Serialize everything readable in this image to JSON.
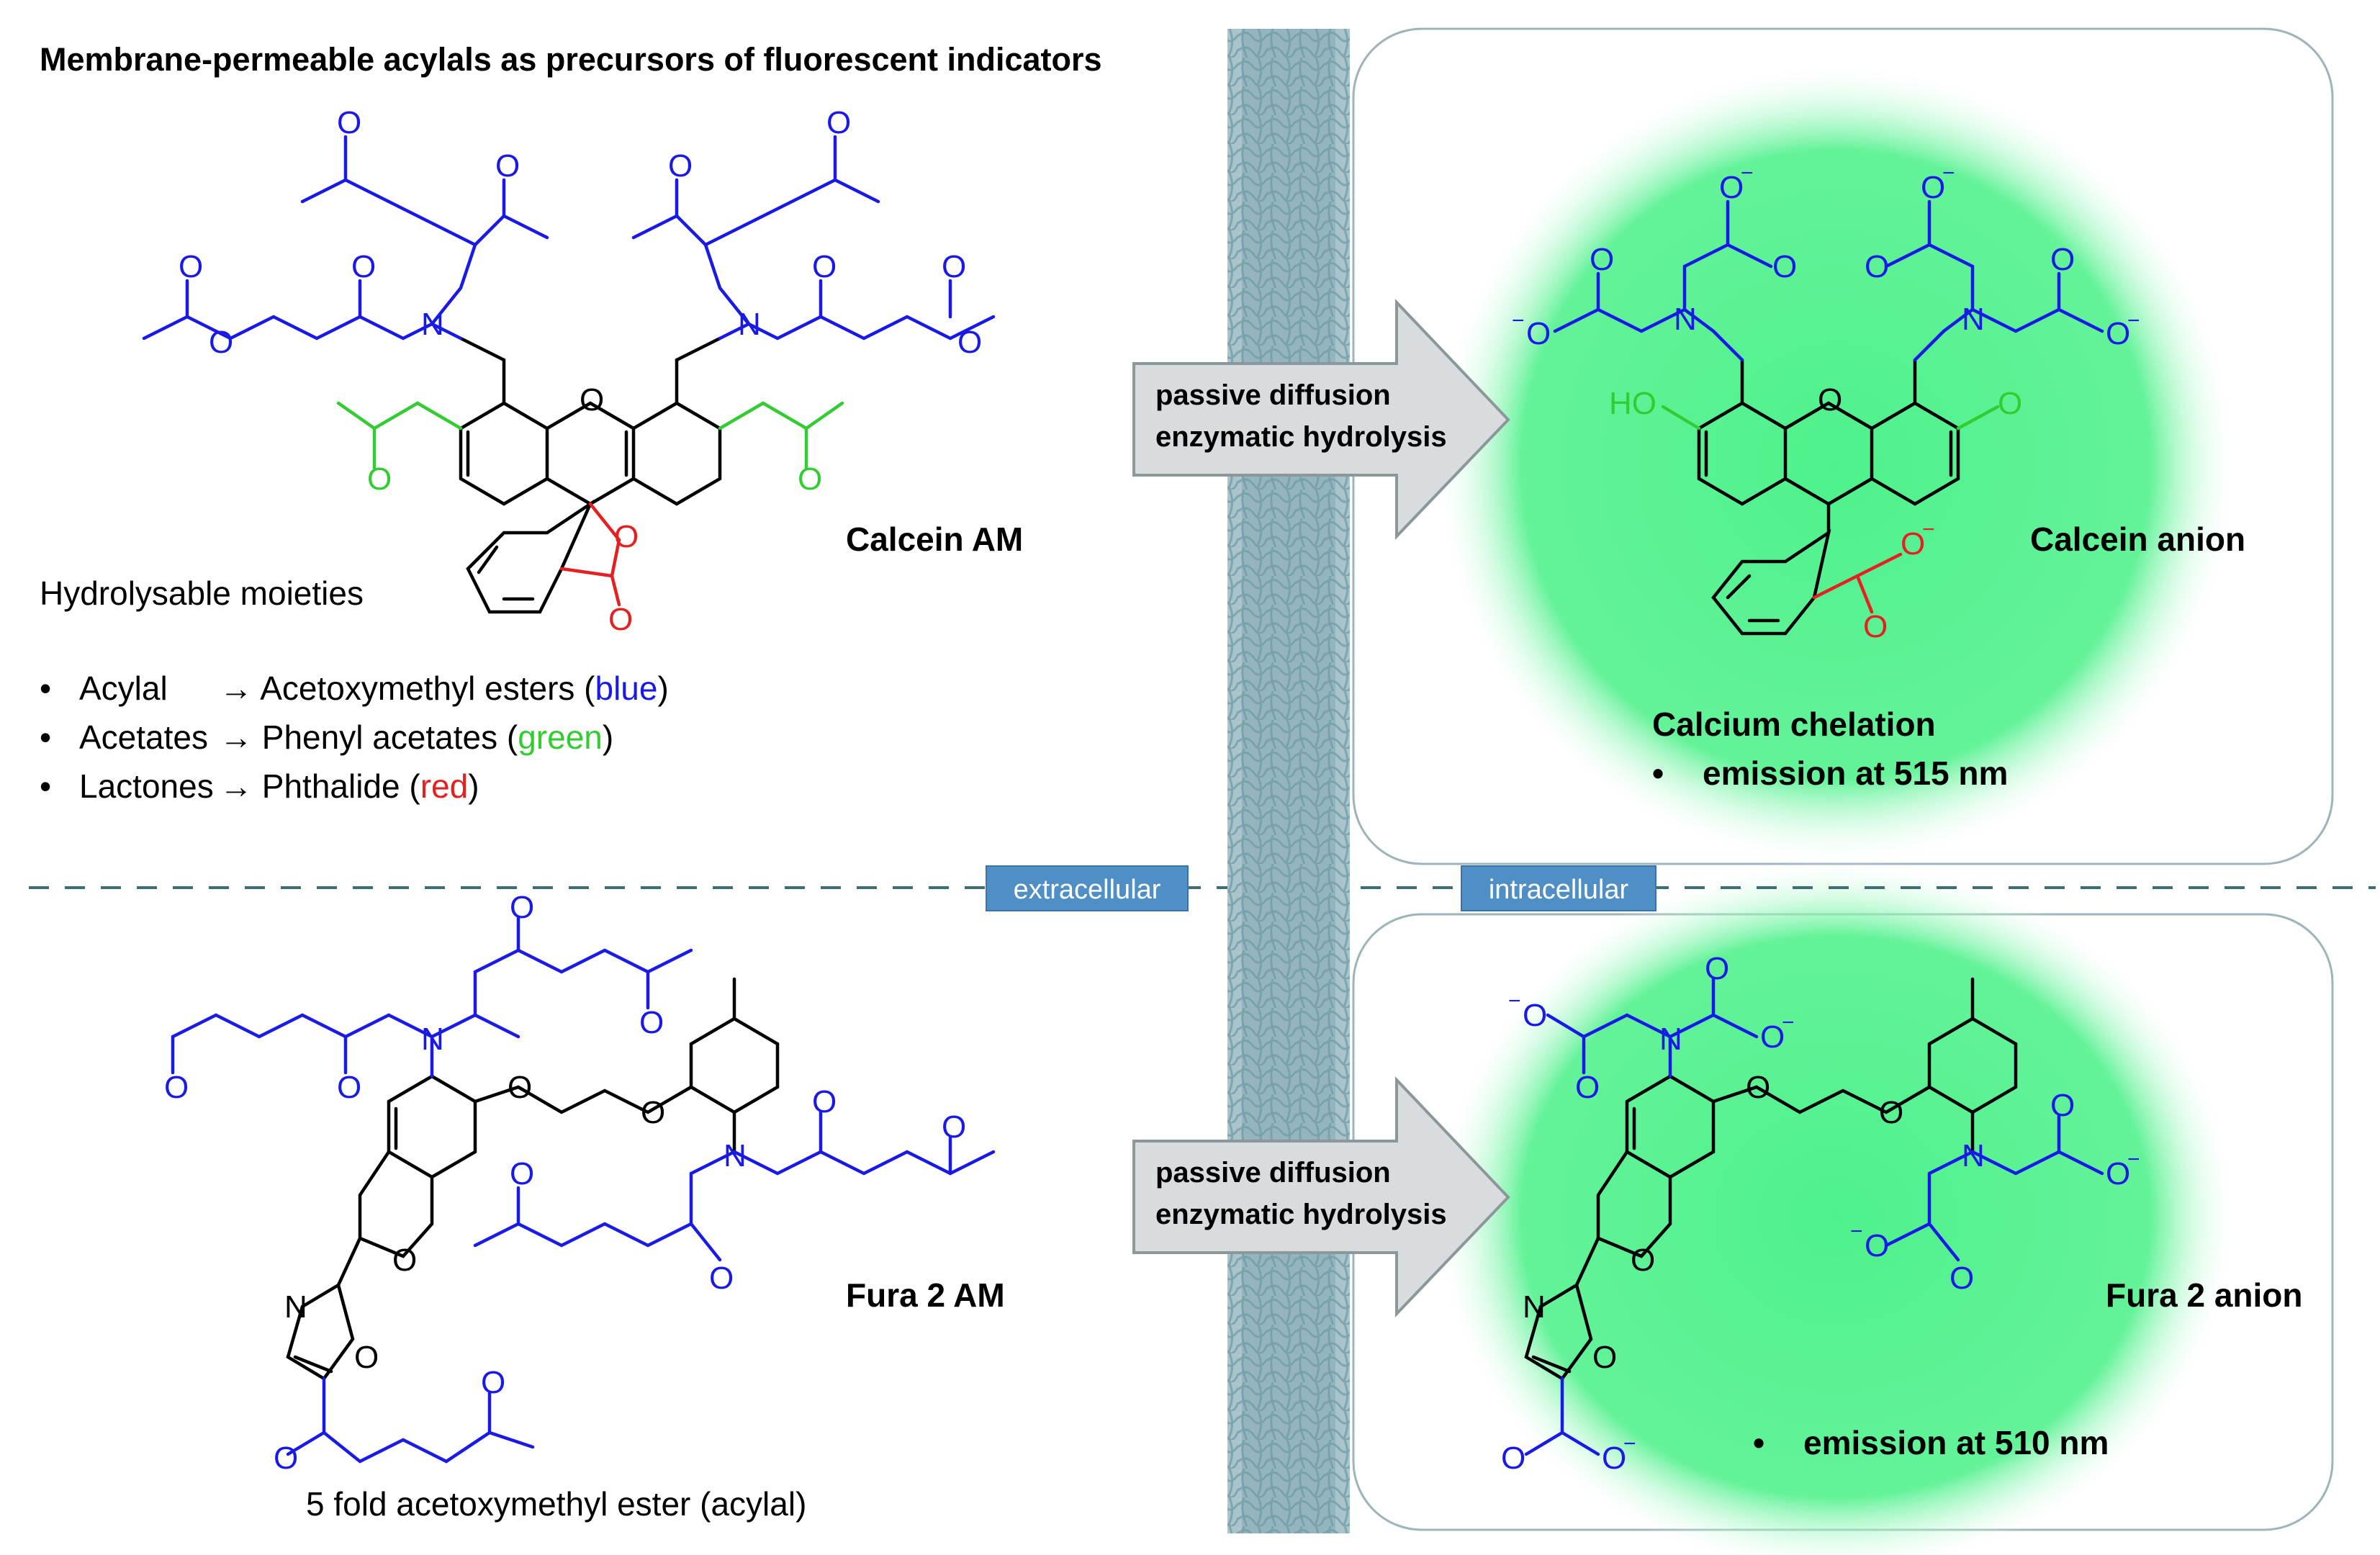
{
  "title": "Membrane-permeable acylals as precursors of fluorescent indicators",
  "compounds": {
    "calcein_am": "Calcein AM",
    "calcein_anion": "Calcein anion",
    "fura2_am": "Fura 2 AM",
    "fura2_anion": "Fura 2 anion"
  },
  "hydrolysable": {
    "heading": "Hydrolysable moieties",
    "items": [
      {
        "bullet": "•",
        "left": "Acylal",
        "right": "→ Acetoxymethyl esters (",
        "color_word": "blue",
        "close": ")"
      },
      {
        "bullet": "•",
        "left": "Acetates",
        "right": "→ Phenyl acetates (",
        "color_word": "green",
        "close": ")"
      },
      {
        "bullet": "•",
        "left": "Lactones",
        "right": "→ Phthalide (",
        "color_word": "red",
        "close": ")"
      }
    ]
  },
  "arrows": [
    {
      "line1": "passive diffusion",
      "line2": "enzymatic hydrolysis"
    },
    {
      "line1": "passive diffusion",
      "line2": "enzymatic hydrolysis"
    }
  ],
  "tags": {
    "extracellular": "extracellular",
    "intracellular": "intracellular"
  },
  "calcein_result": {
    "heading": "Calcium chelation",
    "bullet": "•",
    "emission": "emission at 515 nm"
  },
  "fura_result": {
    "bullet": "•",
    "emission": "emission at 510 nm"
  },
  "fura_note": "5 fold acetoxymethyl ester (acylal)",
  "atoms": {
    "O": "O",
    "N": "N",
    "HO": "HO",
    "minus": "−"
  },
  "colors": {
    "acylal": "#1a1ae6",
    "acetate": "#33cc33",
    "lactone": "#e62020",
    "glow": "#4ef28c",
    "membrane": "#6f9aa6",
    "tag_bg": "#4f8fc5",
    "arrow_fill": "#d9dcde",
    "dashed": "#3d6f73"
  }
}
